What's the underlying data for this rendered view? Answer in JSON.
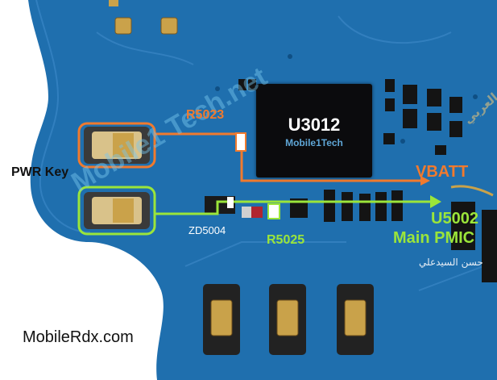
{
  "labels": {
    "pwr_key": "PWR Key",
    "r5023": "R5023",
    "r5025": "R5025",
    "zd5004": "ZD5004",
    "vbatt": "VBATT",
    "u5002": "U5002",
    "main_pmic": "Main PMIC",
    "arabic_credit": "حسن السيدعلي",
    "site": "MobileRdx.com"
  },
  "chip": {
    "ref": "U3012",
    "watermark": "Mobile1Tech"
  },
  "watermarks": {
    "diagonal": "Mobile1 Tech.net",
    "arabic_top": "منتدى الجوال العربي"
  },
  "colors": {
    "board": "#1f6fae",
    "vbatt_trace": "#f07a2e",
    "pwr_trace": "#9be53a",
    "label_dark": "#111111",
    "label_white": "#ffffff"
  }
}
